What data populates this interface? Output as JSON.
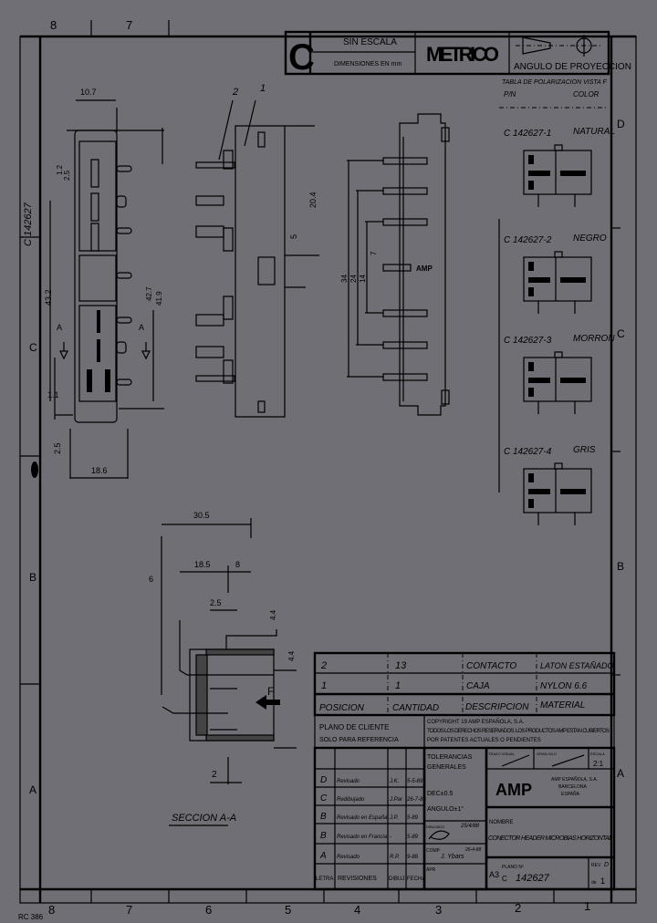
{
  "border": {
    "top_zones": [
      "8",
      "7"
    ],
    "bottom_zones": [
      "8",
      "7",
      "6",
      "5",
      "4",
      "3",
      "2",
      "1"
    ],
    "left_zones": [
      "C",
      "B",
      "A"
    ],
    "right_zones": [
      "D",
      "C",
      "B",
      "A"
    ],
    "sheet_code": "RC 386",
    "side_ref": "C 142627"
  },
  "title_block_top": {
    "size_letter": "C",
    "scale_note": "SIN ESCALA",
    "units_note": "DIMENSIONES EN mm",
    "system": "METRICO",
    "projection_label": "ANGULO DE PROYECCION",
    "projection_icon": "first-angle-projection-icon"
  },
  "polarization_table": {
    "title": "TABLA DE POLARIZACION VISTA F",
    "col_pn": "P/N",
    "col_color": "COLOR",
    "variants": [
      {
        "pn": "C 142627-1",
        "color": "NATURAL"
      },
      {
        "pn": "C 142627-2",
        "color": "NEGRO"
      },
      {
        "pn": "C 142627-3",
        "color": "MORRON"
      },
      {
        "pn": "C 142627-4",
        "color": "GRIS"
      }
    ]
  },
  "front_view": {
    "dims": [
      "10.7",
      "1.2",
      "2.5",
      "43.2",
      "42.7",
      "41.9",
      "1.1",
      "2.5",
      "18.6"
    ],
    "section_mark": "A"
  },
  "side_view": {
    "leaders": [
      "2",
      "1"
    ],
    "dims": [
      "20.4",
      "5"
    ]
  },
  "rear_view": {
    "dims": [
      "34",
      "24",
      "14",
      "7"
    ],
    "logo": "AMP"
  },
  "section_view": {
    "dims": [
      "30.5",
      "18.5",
      "8",
      "6",
      "2.5",
      "4.4",
      "2",
      "4.4"
    ],
    "view_arrow": "F",
    "title": "SECCION A-A"
  },
  "parts_list": {
    "rows": [
      {
        "pos": "2",
        "qty": "13",
        "desc": "CONTACTO",
        "material": "LATON ESTAÑADO"
      },
      {
        "pos": "1",
        "qty": "1",
        "desc": "CAJA",
        "material": "NYLON 6.6"
      }
    ],
    "header": {
      "pos": "POSICION",
      "qty": "CANTIDAD",
      "desc": "DESCRIPCION",
      "material": "MATERIAL"
    }
  },
  "notes": {
    "client": "PLANO DE CLIENTE",
    "reference": "SOLO PARA REFERENCIA",
    "copyright_1": "COPYRIGHT 19    AMP ESPAÑOLA, S.A.",
    "copyright_2": "TODOS LOS DERECHOS RESERVADOS. LOS PRODUCTOS AMP ESTAN CUBIERTOS",
    "copyright_3": "POR PATENTES ACTUALES O PENDIENTES"
  },
  "revisions": {
    "rows": [
      {
        "letter": "D",
        "text": "Revisado",
        "by": "J.K.",
        "date": "5-5-89"
      },
      {
        "letter": "C",
        "text": "Redibujado",
        "by": "J.Par",
        "date": "26-7-89"
      },
      {
        "letter": "B",
        "text": "Revisado en España",
        "by": "J.P.",
        "date": "5-89"
      },
      {
        "letter": "B",
        "text": "Revisado en Francia",
        "by": "-",
        "date": "5-89"
      },
      {
        "letter": "A",
        "text": "Revisado",
        "by": "R.P.",
        "date": "9-88"
      }
    ],
    "header": {
      "letter": "LETRA",
      "text": "REVISIONES",
      "by": "DIBUJ",
      "date": "FECHA"
    }
  },
  "tolerances": {
    "title_1": "TOLERANCIAS",
    "title_2": "GENERALES",
    "dec": "DEC±0.5",
    "angle": "ANGULO±1°",
    "drawn_label": "DIBUJADO",
    "drawn_date": "25/4/88",
    "checked_label": "COMP",
    "checked_by": "J. Ybars",
    "checked_date": "26-4-88",
    "approved_label": "APR"
  },
  "company_block": {
    "box1": "TRAZO VISUAL",
    "box2": "GRAN HILO",
    "scale_label": "ESCALA",
    "scale": "2:1",
    "logo": "AMP",
    "company": "AMP ESPAÑOLA, S.A.",
    "city": "BARCELONA",
    "country": "ESPAÑA",
    "name_label": "NOMBRE",
    "name": "CONECTOR HEADER MICROBIAS HORIZONTAL",
    "format": "A3",
    "drawing_no_label": "PLANO Nº",
    "drawing_letter": "C",
    "drawing_no": "142627",
    "rev_label": "REV",
    "rev": "D",
    "sheet_label": "de",
    "sheet": "1"
  }
}
